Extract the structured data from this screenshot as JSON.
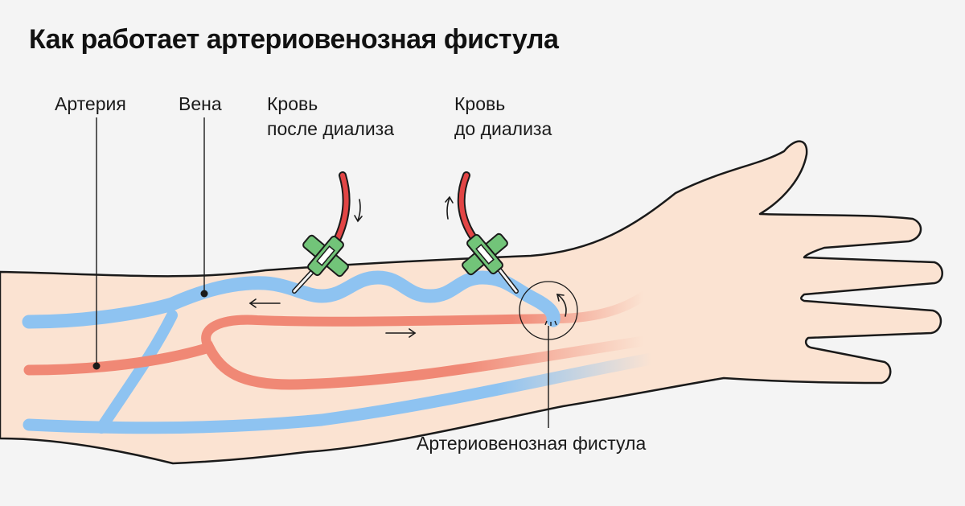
{
  "title": "Как работает артериовенозная фистула",
  "labels": {
    "artery": "Артерия",
    "vein": "Вена",
    "blood_after": [
      "Кровь",
      "после диализа"
    ],
    "blood_before": [
      "Кровь",
      "до диализа"
    ],
    "fistula": "Артериовенозная фистула"
  },
  "colors": {
    "background": "#f4f4f4",
    "skin": "#fbe3d2",
    "vein": "#8ec3f1",
    "artery": "#f08875",
    "tube": "#e24545",
    "needle_wing": "#72c479",
    "outline": "#1a1a1a"
  }
}
